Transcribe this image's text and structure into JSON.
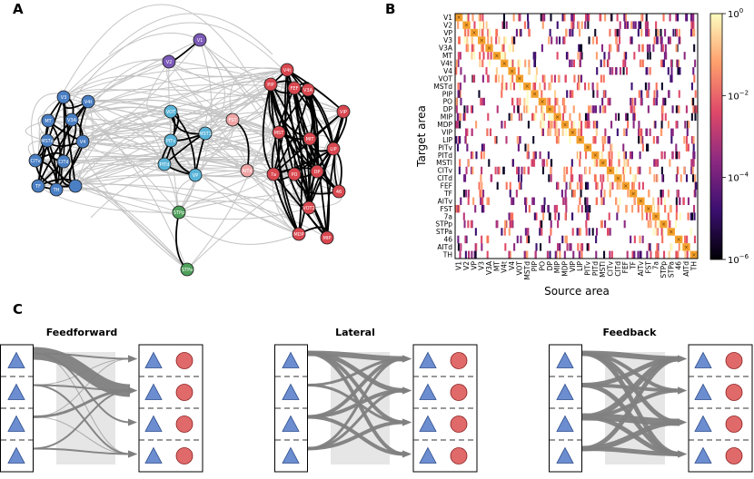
{
  "panels": {
    "a": "A",
    "b": "B",
    "c": "C"
  },
  "network": {
    "clusters": [
      {
        "color": "#4a7fc4",
        "nodes": [
          "V3",
          "V4t",
          "MT",
          "V3A",
          "V4",
          "MSTd",
          "CITv",
          "CITd",
          "TF",
          "TH"
        ]
      },
      {
        "color": "#7c5ab8",
        "nodes": [
          "V1",
          "V2"
        ]
      },
      {
        "color": "#5ab4d8",
        "nodes": [
          "VOT",
          "MST1",
          "PITv",
          "PITd",
          "VP"
        ]
      },
      {
        "color": "#f0a5a5",
        "nodes": [
          "FST",
          "AITd"
        ]
      },
      {
        "color": "#d9474f",
        "nodes": [
          "V4t",
          "PIP",
          "FEF",
          "V3A",
          "MST",
          "MIT",
          "VIP",
          "LIP",
          "7a",
          "PO",
          "DP",
          "46",
          "MDP",
          "MIP",
          "VOT2"
        ]
      },
      {
        "color": "#4ea05a",
        "nodes": [
          "STPp",
          "STPa"
        ]
      }
    ]
  },
  "matrix": {
    "areas": [
      "V1",
      "V2",
      "VP",
      "V3",
      "V3A",
      "MT",
      "V4t",
      "V4",
      "VOT",
      "MSTd",
      "PIP",
      "PO",
      "DP",
      "MIP",
      "MDP",
      "VIP",
      "LIP",
      "PITv",
      "PITd",
      "MSTl",
      "CITv",
      "CITd",
      "FEF",
      "TF",
      "AITv",
      "FST",
      "7a",
      "STPp",
      "STPa",
      "46",
      "AITd",
      "TH"
    ],
    "ylabel": "Target area",
    "xlabel": "Source area",
    "colorbar": {
      "scale": "log",
      "range": [
        1e-06,
        1
      ],
      "ticks": [
        {
          "base": "10",
          "exp": "0"
        },
        {
          "base": "10",
          "exp": "−2"
        },
        {
          "base": "10",
          "exp": "−4"
        },
        {
          "base": "10",
          "exp": "−6"
        }
      ]
    }
  },
  "panelC": {
    "titles": [
      "Feedforward",
      "Lateral",
      "Feedback"
    ]
  }
}
